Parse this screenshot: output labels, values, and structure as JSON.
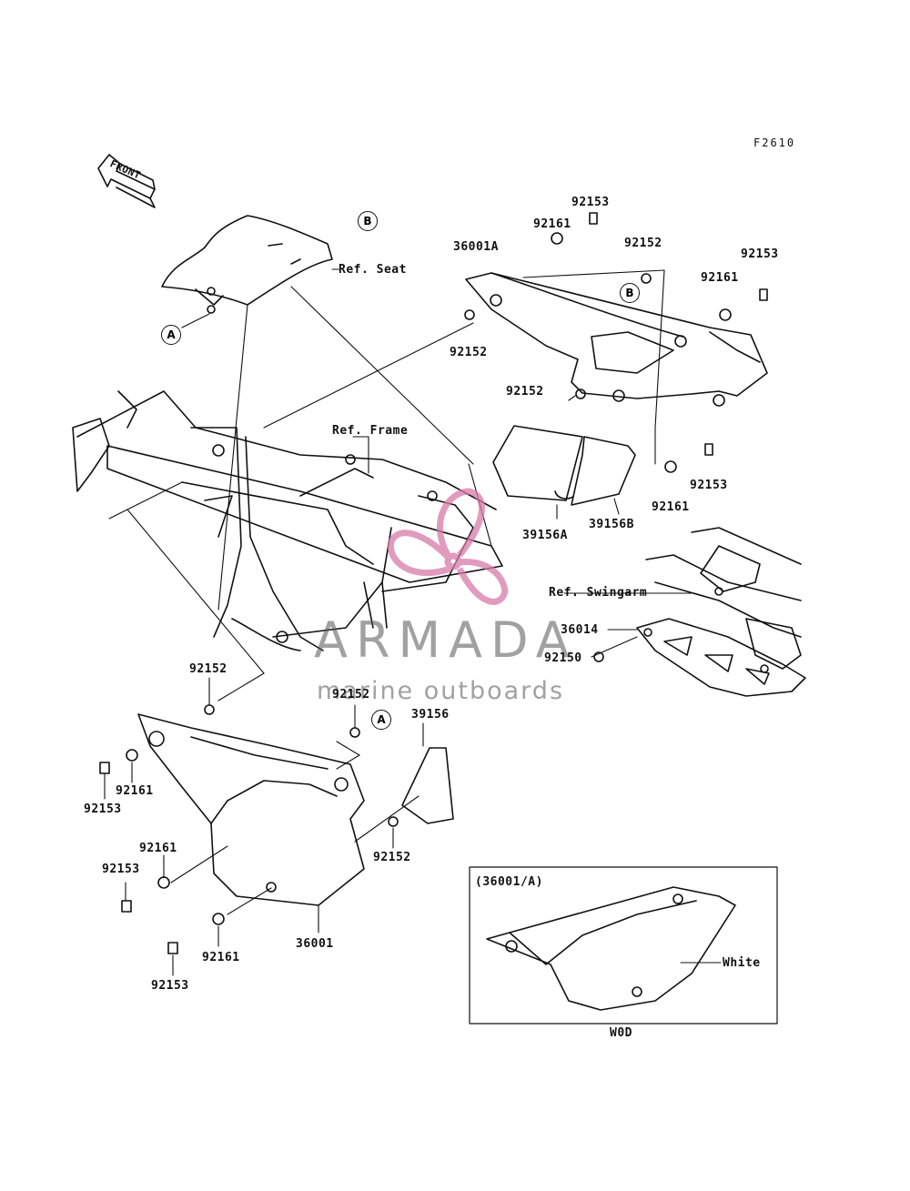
{
  "figure_code": "F2610",
  "front_label": "FRONT",
  "watermark": {
    "brand": "ARMADA",
    "tagline": "marine outboards",
    "accent_color": "#d87aa8"
  },
  "refs": {
    "seat": "Ref. Seat",
    "frame": "Ref. Frame",
    "swingarm": "Ref. Swingarm"
  },
  "markers": {
    "a": "A",
    "b": "B"
  },
  "inset": {
    "title": "(36001/A)",
    "color_label": "White",
    "code": "W0D"
  },
  "callouts": {
    "p92153_top": "92153",
    "p92161_top": "92161",
    "p36001A": "36001A",
    "p92152_top": "92152",
    "p92153_right": "92153",
    "p92161_right": "92161",
    "p92152_mid": "92152",
    "p92152_center": "92152",
    "p92153_low": "92153",
    "p92161_low": "92161",
    "p39156A": "39156A",
    "p39156B": "39156B",
    "p36014": "36014",
    "p92150": "92150",
    "p92152_left": "92152",
    "p92152_a": "92152",
    "p39156": "39156",
    "p92161_l1": "92161",
    "p92153_l1": "92153",
    "p92161_l2": "92161",
    "p92153_l2": "92153",
    "p92152_bot": "92152",
    "p92153_l3": "92153",
    "p92161_l3": "92161",
    "p36001": "36001"
  }
}
